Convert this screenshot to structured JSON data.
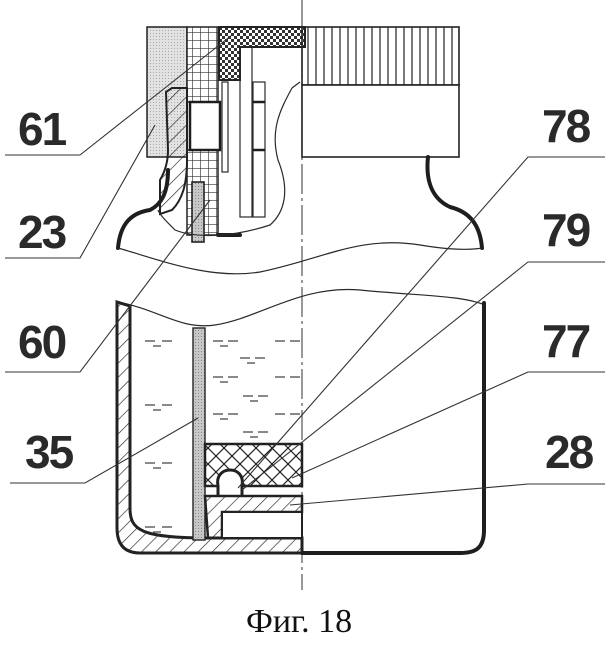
{
  "figure": {
    "caption": "Фиг. 18",
    "labels": [
      {
        "id": "61",
        "text": "61",
        "side": "left"
      },
      {
        "id": "23",
        "text": "23",
        "side": "left"
      },
      {
        "id": "60",
        "text": "60",
        "side": "left"
      },
      {
        "id": "35",
        "text": "35",
        "side": "left"
      },
      {
        "id": "78",
        "text": "78",
        "side": "right"
      },
      {
        "id": "79",
        "text": "79",
        "side": "right"
      },
      {
        "id": "77",
        "text": "77",
        "side": "right"
      },
      {
        "id": "28",
        "text": "28",
        "side": "right"
      }
    ],
    "components": {
      "cap_knurled": "knurled-cap",
      "stopper_insert": "stopper-insert",
      "bottle_neck": "bottle-neck",
      "wick_strip": "wick-strip",
      "liquid": "liquid",
      "mesh_pad": "mesh-pad",
      "base_plate": "base-plate",
      "bottle_body": "bottle-body"
    },
    "colors": {
      "ink": "#1e1e1e",
      "gray_fill": "#d8d8d8",
      "wick_fill": "#c4c4c4",
      "background": "#ffffff"
    }
  }
}
